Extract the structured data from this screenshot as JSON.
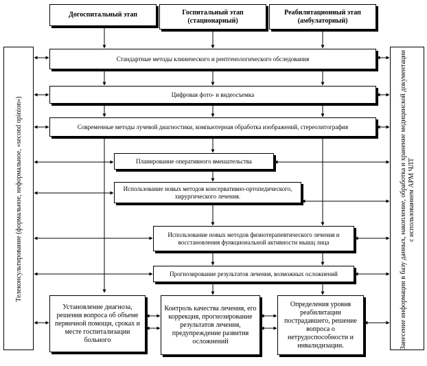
{
  "headers": [
    "Догоспитальный этап",
    "Госпитальный этап (стационарный)",
    "Реабилитационный этап (амбулаторный)"
  ],
  "side_left": "Телеконсультирование (формальное, неформальное, «second opinion»)",
  "side_right": "Занесение информации в базу данных, накопление, обработка и хранение медицинской документации с использованием АРМ ЧЛТ",
  "process_boxes": [
    "Стандартные методы клинического и рентгенологического обследования",
    "Цифровая фото- и видеосъемка",
    "Современные методы лучевой диагностики, компьютерная обработка изображений, стереолитография",
    "Планирование оперативного вмешательства",
    "Использование новых методов консервативно-ортопедического, хирургического лечения.",
    "Использование новых методов физиотерапевтического лечения и восстановления функциональной активности мышц лица",
    "Прогнозирование результатов лечения, возможных осложнений"
  ],
  "outcome_boxes": [
    "Установление диагноза, решения вопроса об объеме первичной помощи, сроках и месте госпитализации больного",
    "Контроль качества лечения, его коррекция, прогнозирование результатов лечения, предупреждение развития осложнений",
    "Определения уровня реабилитации пострадавшего, решение вопроса о нетрудоспособности и инвалидизации."
  ]
}
